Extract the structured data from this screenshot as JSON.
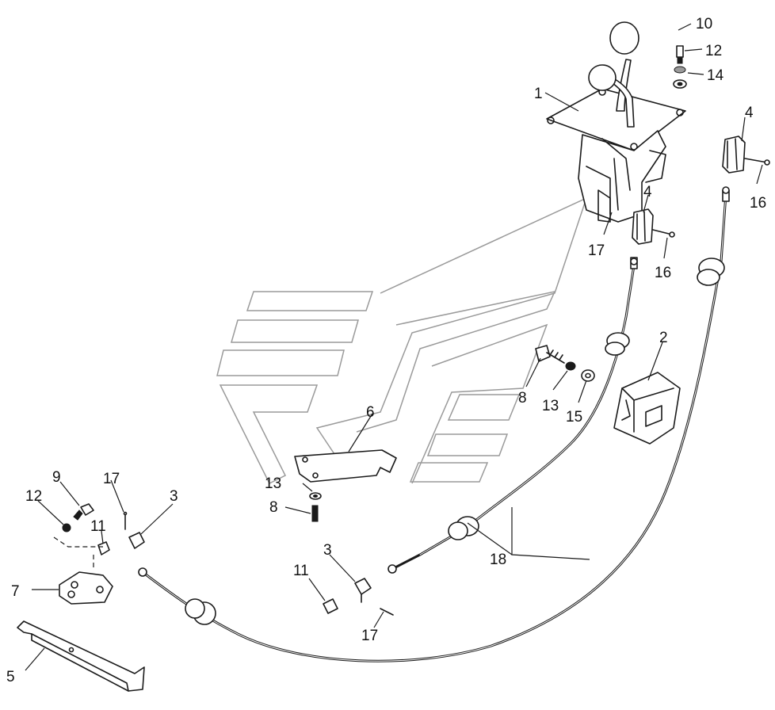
{
  "labels": {
    "p1": "1",
    "p2": "2",
    "p3a": "3",
    "p3b": "3",
    "p4a": "4",
    "p4b": "4",
    "p5": "5",
    "p6": "6",
    "p7": "7",
    "p8a": "8",
    "p8b": "8",
    "p9": "9",
    "p10": "10",
    "p11a": "11",
    "p11b": "11",
    "p12a": "12",
    "p12b": "12",
    "p13a": "13",
    "p13b": "13",
    "p14": "14",
    "p15": "15",
    "p16a": "16",
    "p16b": "16",
    "p17a": "17",
    "p17b": "17",
    "p17c": "17",
    "p18": "18"
  }
}
